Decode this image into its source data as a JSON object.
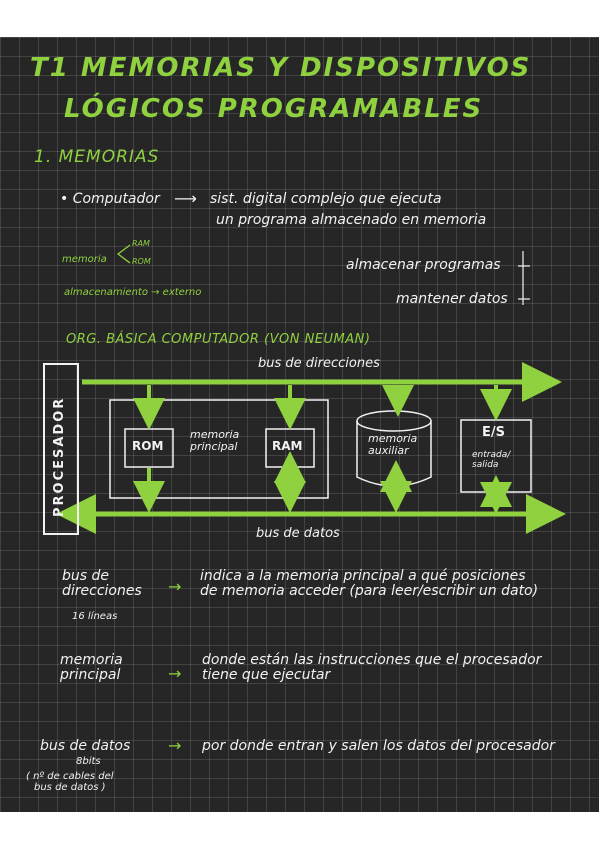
{
  "title": {
    "line1": "T1   MEMORIAS Y DISPOSITIVOS",
    "line2": "LÓGICOS PROGRAMABLES"
  },
  "section1": "1. MEMORIAS",
  "computador": {
    "bullet": "• Computador",
    "arrow": "⟶",
    "def_line1": "sist. digital complejo que ejecuta",
    "def_line2": "un programa almacenado en memoria"
  },
  "memoria": {
    "label": "memoria",
    "ram": "RAM",
    "rom": "ROM"
  },
  "almacenamiento": "almacenamiento → externo",
  "right_notes": {
    "almacenar": "almacenar programas",
    "mantener": "mantener datos"
  },
  "org": {
    "heading": "ORG. BÁSICA COMPUTADOR (VON NEUMAN)",
    "bus_dir": "bus de direcciones",
    "bus_datos": "bus de datos",
    "procesador": "PROCESADOR",
    "rom": "ROM",
    "memoria_principal": "memoria\nprincipal",
    "ram": "RAM",
    "memoria_auxiliar": "memoria\nauxiliar",
    "es": "E/S",
    "es_sub": "entrada/\nsalida"
  },
  "defs": [
    {
      "term": "bus de\ndirecciones",
      "note": "16 líneas",
      "arrow": "→",
      "text": "indica a la memoria principal a qué posiciones\nde memoria acceder (para leer/escribir un dato)"
    },
    {
      "term": "memoria\nprincipal",
      "note": "",
      "arrow": "→",
      "text": "donde están las instrucciones que el procesador\ntiene que ejecutar"
    },
    {
      "term": "bus de datos",
      "note": "8bits",
      "note2": "( nº de cables del\nbus de datos )",
      "arrow": "→",
      "text": "por donde entran y salen los datos del procesador"
    }
  ],
  "colors": {
    "green": "#8fd13f",
    "white": "#f2f2f2",
    "background": "#262626"
  }
}
